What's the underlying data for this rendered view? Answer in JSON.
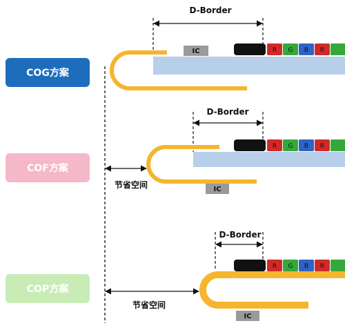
{
  "labels": {
    "cog": "COG方案",
    "cof": "COF方案",
    "cop": "COP方案",
    "dborder": "D-Border",
    "ic": "IC",
    "saving": "节省空间"
  },
  "pixel_labels": [
    "R",
    "G",
    "B",
    "R"
  ],
  "colors": {
    "cog_pill": "#1e6dbd",
    "cof_pill": "#f4b8c8",
    "cop_pill": "#c9ecb6",
    "flex": "#f5b52e",
    "glass": "#b7cfe9",
    "ic_chip": "#9a9a9a",
    "driver_black": "#111111",
    "red": "#cf2a2a",
    "green": "#35a83b",
    "blue": "#2f62c1"
  }
}
